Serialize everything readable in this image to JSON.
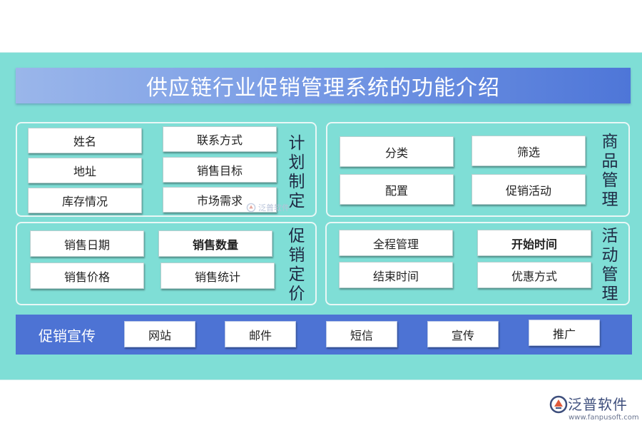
{
  "title": "供应链行业促销管理系统的功能介绍",
  "sections": {
    "plan": {
      "label": "计划制定",
      "items": [
        "姓名",
        "联系方式",
        "地址",
        "销售目标",
        "库存情况",
        "市场需求"
      ]
    },
    "goods": {
      "label": "商品管理",
      "items": [
        "分类",
        "筛选",
        "配置",
        "促销活动"
      ]
    },
    "pricing": {
      "label": "促销定价",
      "items": [
        "销售日期",
        "销售数量",
        "销售价格",
        "销售统计"
      ]
    },
    "activity": {
      "label": "活动管理",
      "items": [
        "全程管理",
        "开始时间",
        "结束时间",
        "优惠方式"
      ]
    }
  },
  "promotion": {
    "label": "促销宣传",
    "items": [
      "网站",
      "邮件",
      "短信",
      "宣传",
      "推广"
    ]
  },
  "watermark": "泛普软件",
  "logo": {
    "name": "泛普软件",
    "url": "www.fanpusoft.com",
    "mark_icon": "fanpu-logo-icon"
  },
  "colors": {
    "background": "#7fded6",
    "title_bar": "#4e76d8",
    "promo_bar": "#4d73d4"
  }
}
